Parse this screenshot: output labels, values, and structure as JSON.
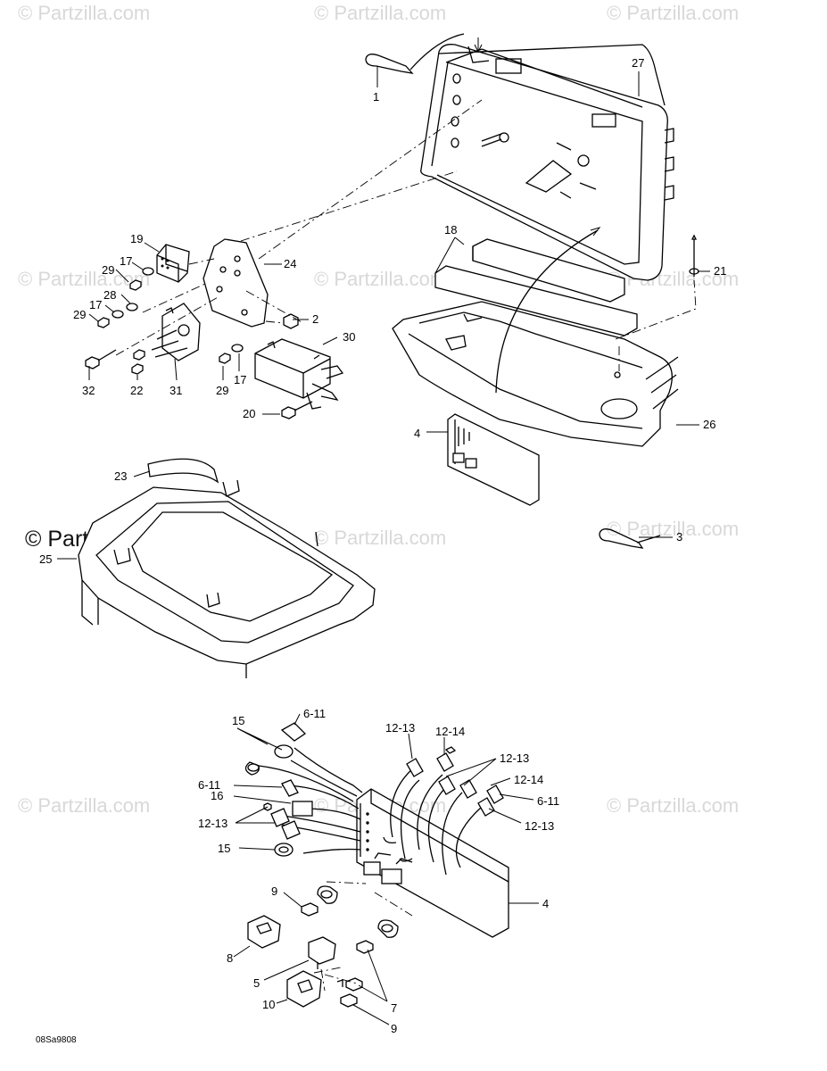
{
  "watermark": {
    "text": "© Partzilla.com",
    "prominent_text": "© Partzilla.com"
  },
  "diagram_code": "08Sa9808",
  "callouts": [
    {
      "id": "c1",
      "text": "1"
    },
    {
      "id": "c27",
      "text": "27"
    },
    {
      "id": "c19",
      "text": "19"
    },
    {
      "id": "c17a",
      "text": "17"
    },
    {
      "id": "c29a",
      "text": "29"
    },
    {
      "id": "c24",
      "text": "24"
    },
    {
      "id": "c28",
      "text": "28"
    },
    {
      "id": "c17b",
      "text": "17"
    },
    {
      "id": "c29b",
      "text": "29"
    },
    {
      "id": "c2",
      "text": "2"
    },
    {
      "id": "c30",
      "text": "30"
    },
    {
      "id": "c32",
      "text": "32"
    },
    {
      "id": "c22",
      "text": "22"
    },
    {
      "id": "c31",
      "text": "31"
    },
    {
      "id": "c29c",
      "text": "29"
    },
    {
      "id": "c17c",
      "text": "17"
    },
    {
      "id": "c20",
      "text": "20"
    },
    {
      "id": "c18",
      "text": "18"
    },
    {
      "id": "c21",
      "text": "21"
    },
    {
      "id": "c26",
      "text": "26"
    },
    {
      "id": "c4a",
      "text": "4"
    },
    {
      "id": "c3",
      "text": "3"
    },
    {
      "id": "c23",
      "text": "23"
    },
    {
      "id": "c25",
      "text": "25"
    },
    {
      "id": "c15a",
      "text": "15"
    },
    {
      "id": "c611a",
      "text": "6-11"
    },
    {
      "id": "c1213a",
      "text": "12-13"
    },
    {
      "id": "c1214a",
      "text": "12-14"
    },
    {
      "id": "c1213b",
      "text": "12-13"
    },
    {
      "id": "c1214b",
      "text": "12-14"
    },
    {
      "id": "c611b",
      "text": "6-11"
    },
    {
      "id": "c611c",
      "text": "6-11"
    },
    {
      "id": "c16",
      "text": "16"
    },
    {
      "id": "c1213c",
      "text": "12-13"
    },
    {
      "id": "c1213d",
      "text": "12-13"
    },
    {
      "id": "c15b",
      "text": "15"
    },
    {
      "id": "c4b",
      "text": "4"
    },
    {
      "id": "c9a",
      "text": "9"
    },
    {
      "id": "c8",
      "text": "8"
    },
    {
      "id": "c5",
      "text": "5"
    },
    {
      "id": "c10",
      "text": "10"
    },
    {
      "id": "c7",
      "text": "7"
    },
    {
      "id": "c9b",
      "text": "9"
    }
  ]
}
